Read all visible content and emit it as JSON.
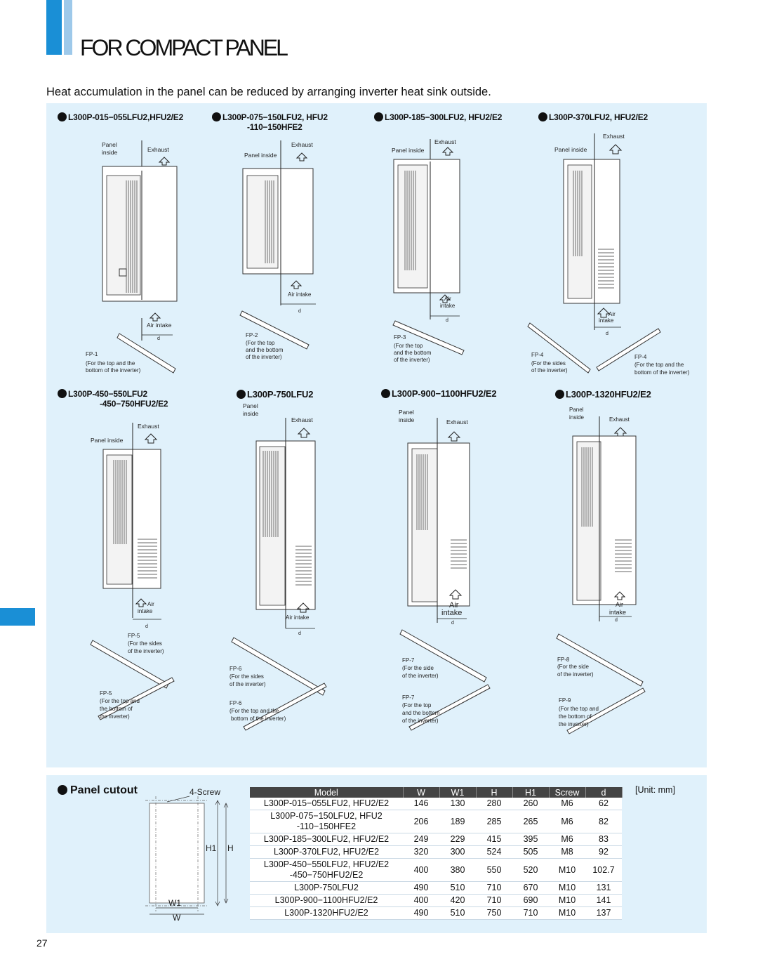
{
  "title": "FOR COMPACT PANEL",
  "intro": "Heat accumulation in the panel can be reduced by arranging inverter heat sink outside.",
  "page_number": "27",
  "labels": {
    "panel": "Panel",
    "inside": "inside",
    "panel_inside": "Panel inside",
    "exhaust": "Exhaust",
    "air": "Air",
    "intake": "intake",
    "air_intake": "Air intake",
    "d": "d"
  },
  "models": [
    {
      "line1": "L300P-015−055LFU2,HFU2/E2",
      "line2": ""
    },
    {
      "line1": "L300P-075−150LFU2, HFU2",
      "line2": "-110−150HFE2"
    },
    {
      "line1": "L300P-185−300LFU2, HFU2/E2",
      "line2": ""
    },
    {
      "line1": "L300P-370LFU2, HFU2/E2",
      "line2": ""
    },
    {
      "line1": "L300P-450−550LFU2",
      "line2": "-450−750HFU2/E2"
    },
    {
      "line1": "L300P-750LFU2",
      "line2": ""
    },
    {
      "line1": "L300P-900−1100HFU2/E2",
      "line2": ""
    },
    {
      "line1": "L300P-1320HFU2/E2",
      "line2": ""
    }
  ],
  "fittings": {
    "fp1": {
      "code": "FP-1",
      "l1": "(For the top and the",
      "l2": "bottom of the inverter)",
      "l3": ""
    },
    "fp2": {
      "code": "FP-2",
      "l1": "(For the top",
      "l2": "and the bottom",
      "l3": "of the inverter)"
    },
    "fp3": {
      "code": "FP-3",
      "l1": "(For the top",
      "l2": "and the bottom",
      "l3": "of the inverter)"
    },
    "fp4a": {
      "code": "FP-4",
      "l1": "(For the sides",
      "l2": "of the inverter)",
      "l3": ""
    },
    "fp4b": {
      "code": "FP-4",
      "l1": "(For the top and the",
      "l2": "bottom of the inverter)",
      "l3": ""
    },
    "fp5a": {
      "code": "FP-5",
      "l1": "(For the sides",
      "l2": "of the inverter)",
      "l3": ""
    },
    "fp5b": {
      "code": "FP-5",
      "l1": "(For the top and",
      "l2": "the bottom of",
      "l3": "the inverter)"
    },
    "fp6a": {
      "code": "FP-6",
      "l1": "(For the sides",
      "l2": "of the inverter)",
      "l3": ""
    },
    "fp6b": {
      "code": "FP-6",
      "l1": "(For the top and the",
      "l2": "bottom of the inverter)",
      "l3": ""
    },
    "fp7a": {
      "code": "FP-7",
      "l1": "(For the side",
      "l2": "of the inverter)",
      "l3": ""
    },
    "fp7b": {
      "code": "FP-7",
      "l1": "(For the top",
      "l2": "and the bottom",
      "l3": "of the inverter)"
    },
    "fp8": {
      "code": "FP-8",
      "l1": "(For the side",
      "l2": "of the inverter)",
      "l3": ""
    },
    "fp9": {
      "code": "FP-9",
      "l1": "(For the top  and",
      "l2": "the bottom of",
      "l3": "the inverter)"
    }
  },
  "panel_cutout": {
    "title": "Panel cutout",
    "screw_label": "4-Screw",
    "dims": {
      "h1": "H1",
      "h": "H",
      "w1": "W1",
      "w": "W"
    }
  },
  "unit_label": "[Unit: mm]",
  "table": {
    "headers": [
      "Model",
      "W",
      "W1",
      "H",
      "H1",
      "Screw",
      "d"
    ],
    "rows": [
      {
        "model": [
          "L300P-015−055LFU2, HFU2/E2"
        ],
        "w": "146",
        "w1": "130",
        "h": "280",
        "h1": "260",
        "screw": "M6",
        "d": "62"
      },
      {
        "model": [
          "L300P-075−150LFU2, HFU2",
          "-110−150HFE2"
        ],
        "w": "206",
        "w1": "189",
        "h": "285",
        "h1": "265",
        "screw": "M6",
        "d": "82"
      },
      {
        "model": [
          "L300P-185−300LFU2, HFU2/E2"
        ],
        "w": "249",
        "w1": "229",
        "h": "415",
        "h1": "395",
        "screw": "M6",
        "d": "83"
      },
      {
        "model": [
          "L300P-370LFU2, HFU2/E2"
        ],
        "w": "320",
        "w1": "300",
        "h": "524",
        "h1": "505",
        "screw": "M8",
        "d": "92"
      },
      {
        "model": [
          "L300P-450−550LFU2, HFU2/E2",
          "-450−750HFU2/E2"
        ],
        "w": "400",
        "w1": "380",
        "h": "550",
        "h1": "520",
        "screw": "M10",
        "d": "102.7"
      },
      {
        "model": [
          "L300P-750LFU2"
        ],
        "w": "490",
        "w1": "510",
        "h": "710",
        "h1": "670",
        "screw": "M10",
        "d": "131"
      },
      {
        "model": [
          "L300P-900−1100HFU2/E2"
        ],
        "w": "400",
        "w1": "420",
        "h": "710",
        "h1": "690",
        "screw": "M10",
        "d": "141"
      },
      {
        "model": [
          "L300P-1320HFU2/E2"
        ],
        "w": "490",
        "w1": "510",
        "h": "750",
        "h1": "710",
        "screw": "M10",
        "d": "137"
      }
    ]
  }
}
